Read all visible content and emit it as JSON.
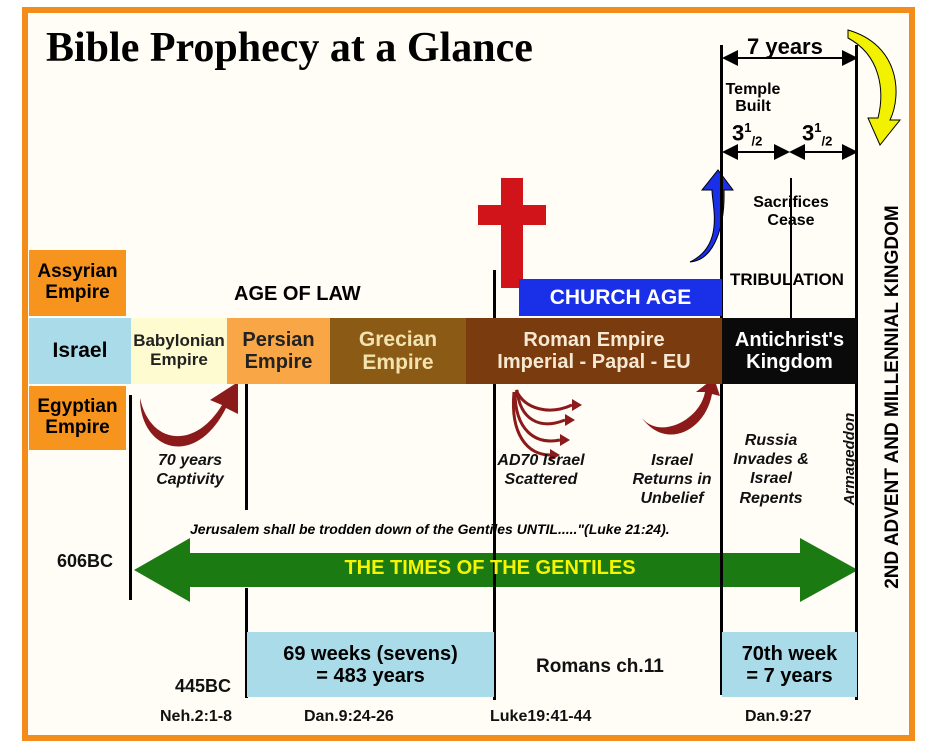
{
  "title": "Bible Prophecy at a Glance",
  "empires": {
    "assyrian": "Assyrian Empire",
    "israel": "Israel",
    "egyptian": "Egyptian Empire",
    "babylonian": "Babylonian Empire",
    "persian": "Persian Empire",
    "grecian": "Grecian Empire",
    "roman_line1": "Roman Empire",
    "roman_line2": "Imperial - Papal - EU",
    "antichrist": "Antichrist's Kingdom"
  },
  "ages": {
    "law": "AGE OF LAW",
    "church": "CHURCH AGE",
    "tribulation": "TRIBULATION"
  },
  "tribulation": {
    "seven_years": "7 years",
    "temple_built": "Temple Built",
    "half_left_main": "3",
    "half_left_sup": "1",
    "half_left_sub": "/2",
    "half_right_main": "3",
    "half_right_sup": "1",
    "half_right_sub": "/2",
    "sacrifices_cease": "Sacrifices Cease"
  },
  "events": {
    "captivity": "70 years Captivity",
    "ad70": "AD70 Israel Scattered",
    "returns": "Israel Returns in Unbelief",
    "russia": "Russia Invades & Israel Repents",
    "armageddon": "Armageddon"
  },
  "quote": "Jerusalem shall be trodden down of the Gentiles UNTIL.....\"(Luke 21:24).",
  "gentiles": "THE TIMES OF THE GENTILES",
  "year_606": "606BC",
  "year_445": "445BC",
  "weeks69_line1": "69 weeks (sevens)",
  "weeks69_line2": "= 483 years",
  "romans": "Romans ch.11",
  "week70_line1": "70th week",
  "week70_line2": "= 7 years",
  "refs": {
    "neh": "Neh.2:1-8",
    "dan924": "Dan.9:24-26",
    "luke": "Luke19:41-44",
    "dan927": "Dan.9:27"
  },
  "second_advent": "2ND ADVENT AND MILLENNIAL KINGDOM",
  "colors": {
    "border": "#f28c1a",
    "orange": "#f7941d",
    "israel": "#a9dbe8",
    "babylonian": "#fffbd0",
    "persian": "#f9a647",
    "grecian": "#8b5a14",
    "roman": "#7a3c0f",
    "church": "#1a2fe8",
    "cross": "#d0141a",
    "arrow_green": "#1b7a12",
    "gentiles_text": "#f5f500",
    "weeks": "#a9dbe8"
  }
}
